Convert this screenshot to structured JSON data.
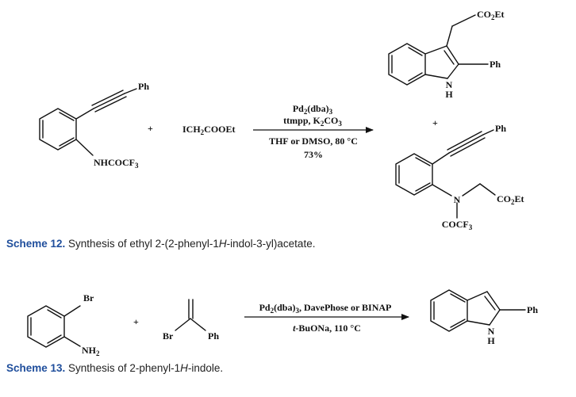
{
  "scheme12": {
    "reactant1_ph": "Ph",
    "reactant1_nh": "NHCOCF",
    "reactant1_nh_sub": "3",
    "plus": "+",
    "reagent": {
      "a": "ICH",
      "a_sub": "2",
      "b": "COOEt"
    },
    "above1": {
      "a": "Pd",
      "s1": "2",
      "b": "(dba)",
      "s2": "3"
    },
    "above2": {
      "a": "ttmpp, K",
      "s1": "2",
      "b": "CO",
      "s2": "3"
    },
    "below1": "THF or DMSO, 80 °C",
    "below2": "73%",
    "product1": {
      "co2et_a": "CO",
      "co2et_sub": "2",
      "co2et_b": "Et",
      "ph": "Ph",
      "n": "N",
      "h": "H"
    },
    "product2": {
      "ph": "Ph",
      "n": "N",
      "co2et_a": "CO",
      "co2et_sub": "2",
      "co2et_b": "Et",
      "cocf_a": "COCF",
      "cocf_sub": "3"
    },
    "caption": {
      "label": "Scheme 12.",
      "t1": " Synthesis of ethyl 2-(2-phenyl-1",
      "t2": "H",
      "t3": "-indol-3-yl)acetate."
    }
  },
  "scheme13": {
    "aniline": {
      "br": "Br",
      "nh": "NH",
      "nh_sub": "2"
    },
    "plus": "+",
    "vinyl": {
      "br": "Br",
      "ph": "Ph"
    },
    "above": {
      "a": "Pd",
      "s1": "2",
      "b": "(dba)",
      "s2": "3",
      "c": ", DavePhose or BINAP"
    },
    "below": {
      "a": "t",
      "b": "-BuONa, 110 °C"
    },
    "product": {
      "ph": "Ph",
      "n": "N",
      "h": "H"
    },
    "caption": {
      "label": "Scheme 13.",
      "t1": " Synthesis of 2-phenyl-1",
      "t2": "H",
      "t3": "-indole."
    }
  }
}
